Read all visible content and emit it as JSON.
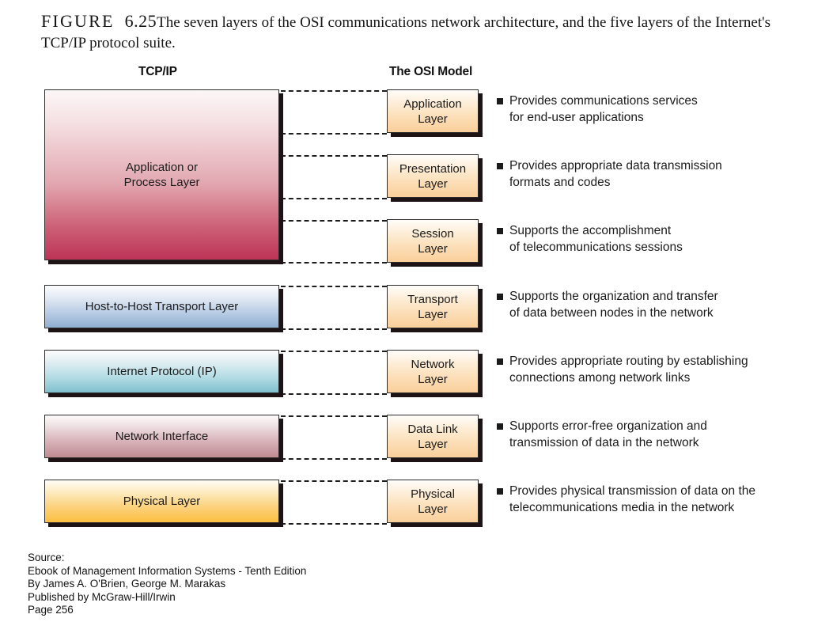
{
  "caption": {
    "figure_label": "FIGURE",
    "figure_number": "6.25",
    "text": "The seven layers of the OSI communications network architecture, and the five layers of the Internet's TCP/IP protocol suite."
  },
  "headers": {
    "tcpip": "TCP/IP",
    "osi": "The OSI Model"
  },
  "tcpip_layers": [
    {
      "id": "application",
      "label": "Application or\nProcess Layer",
      "color_top": "#fdf7f7",
      "color_bottom": "#bd3357"
    },
    {
      "id": "transport",
      "label": "Host-to-Host Transport Layer",
      "color_top": "#fdfdfe",
      "color_bottom": "#8fafd0"
    },
    {
      "id": "ip",
      "label": "Internet Protocol (IP)",
      "color_top": "#fdfdfd",
      "color_bottom": "#7fc0ce"
    },
    {
      "id": "netif",
      "label": "Network Interface",
      "color_top": "#fdfafb",
      "color_bottom": "#c08a92"
    },
    {
      "id": "physical",
      "label": "Physical Layer",
      "color_top": "#fffdf6",
      "color_bottom": "#fbbf3f"
    }
  ],
  "osi_layers": [
    {
      "id": "application",
      "label": "Application\nLayer"
    },
    {
      "id": "presentation",
      "label": "Presentation\nLayer"
    },
    {
      "id": "session",
      "label": "Session\nLayer"
    },
    {
      "id": "transport",
      "label": "Transport\nLayer"
    },
    {
      "id": "network",
      "label": "Network\nLayer"
    },
    {
      "id": "datalink",
      "label": "Data Link\nLayer"
    },
    {
      "id": "physical",
      "label": "Physical\nLayer"
    }
  ],
  "osi_box_color_top": "#fffdfa",
  "osi_box_color_bottom": "#facf9a",
  "descriptions": [
    "Provides communications services\nfor end-user applications",
    "Provides appropriate data transmission\nformats and codes",
    "Supports the accomplishment\nof telecommunications sessions",
    "Supports the organization and transfer\nof data between nodes in the network",
    "Provides appropriate routing by establishing\nconnections among network links",
    "Supports error-free organization and\ntransmission of data in the network",
    "Provides physical transmission of data on the\ntelecommunications media in the network"
  ],
  "source": {
    "line1": "Source:",
    "line2": "Ebook of Management Information Systems - Tenth Edition",
    "line3": "By James A. O'Brien, George M. Marakas",
    "line4": "Published by McGraw-Hill/Irwin",
    "line5": "Page 256"
  }
}
